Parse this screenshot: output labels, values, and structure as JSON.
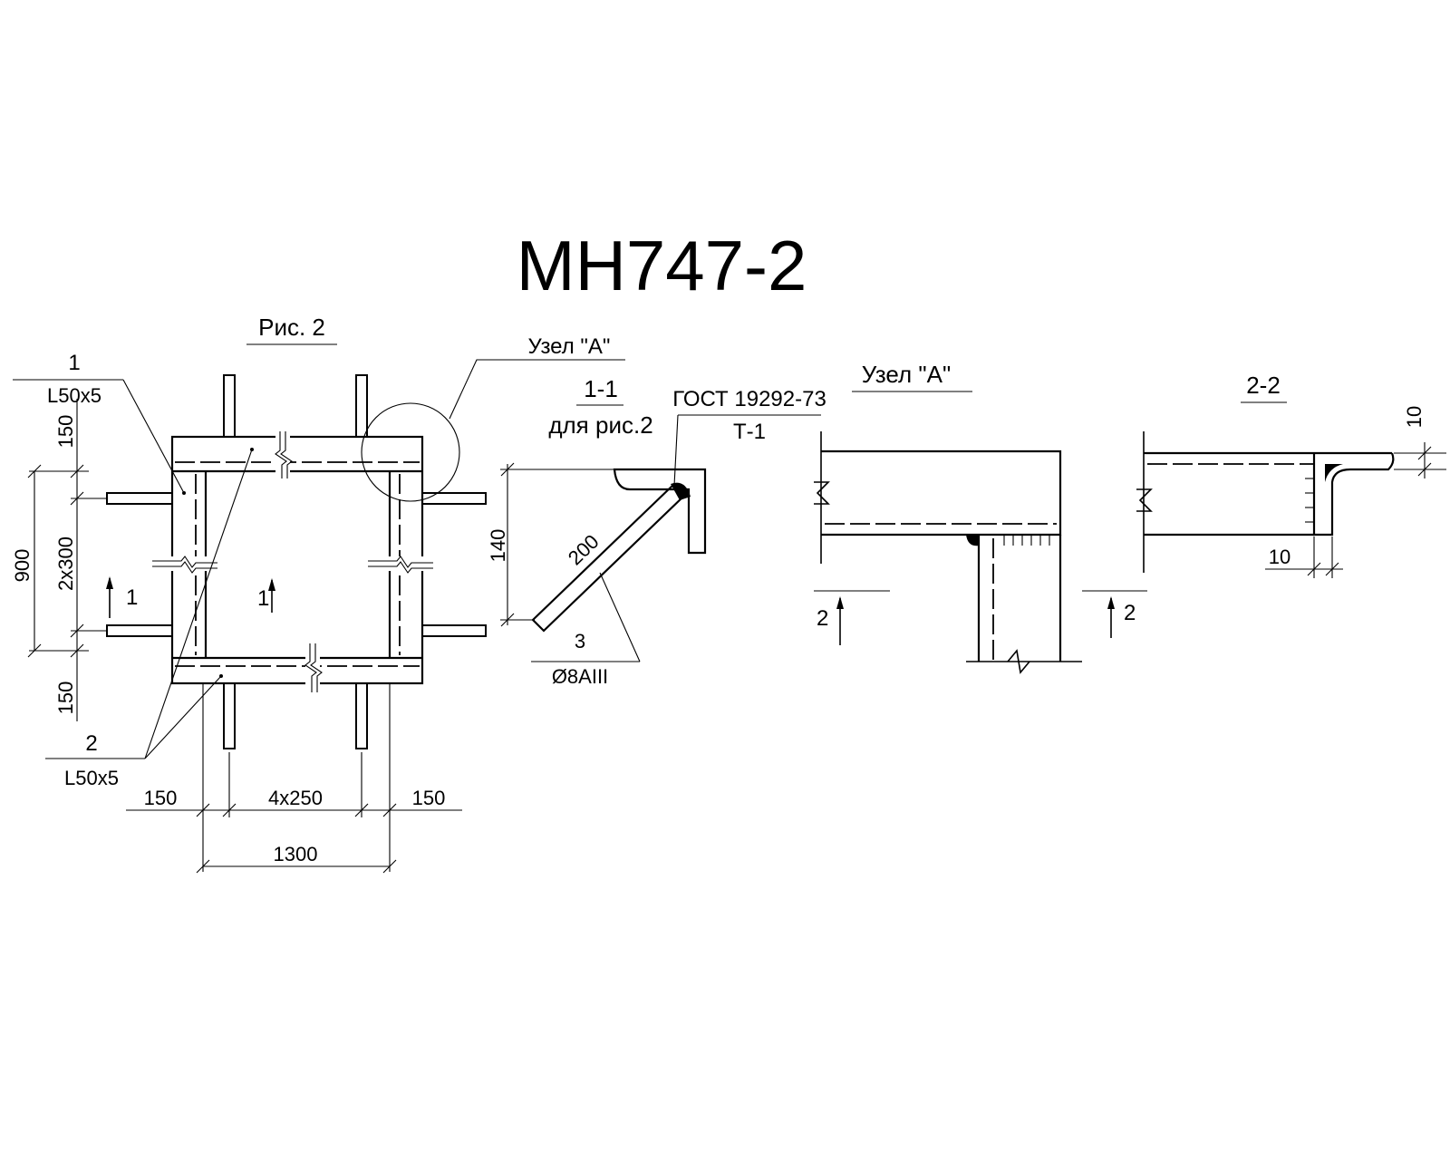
{
  "title": "МН747-2",
  "fig_label": "Рис. 2",
  "node_ref_label": "Узел \"А\"",
  "section_11": {
    "title": "1-1",
    "subtitle": "для рис.2"
  },
  "gost": {
    "standard": "ГОСТ 19292-73",
    "joint": "Т-1"
  },
  "node_a": {
    "title": "Узел \"А\""
  },
  "section_22": {
    "title": "2-2"
  },
  "part1": {
    "number": "1",
    "profile": "L50x5"
  },
  "part2": {
    "number": "2",
    "profile": "L50x5"
  },
  "part3": {
    "number": "3",
    "bar": "Ø8АIII"
  },
  "dims": {
    "top": "150",
    "mid": "2x300",
    "bottom": "150",
    "total_v": "900",
    "left": "150",
    "center": "4x250",
    "right": "150",
    "total_h": "1300",
    "anchor_len": "200",
    "anchor_h": "140",
    "d10_top": "10",
    "d10_bottom": "10"
  },
  "cut_markers": {
    "cut1": "1",
    "cut2": "2"
  }
}
